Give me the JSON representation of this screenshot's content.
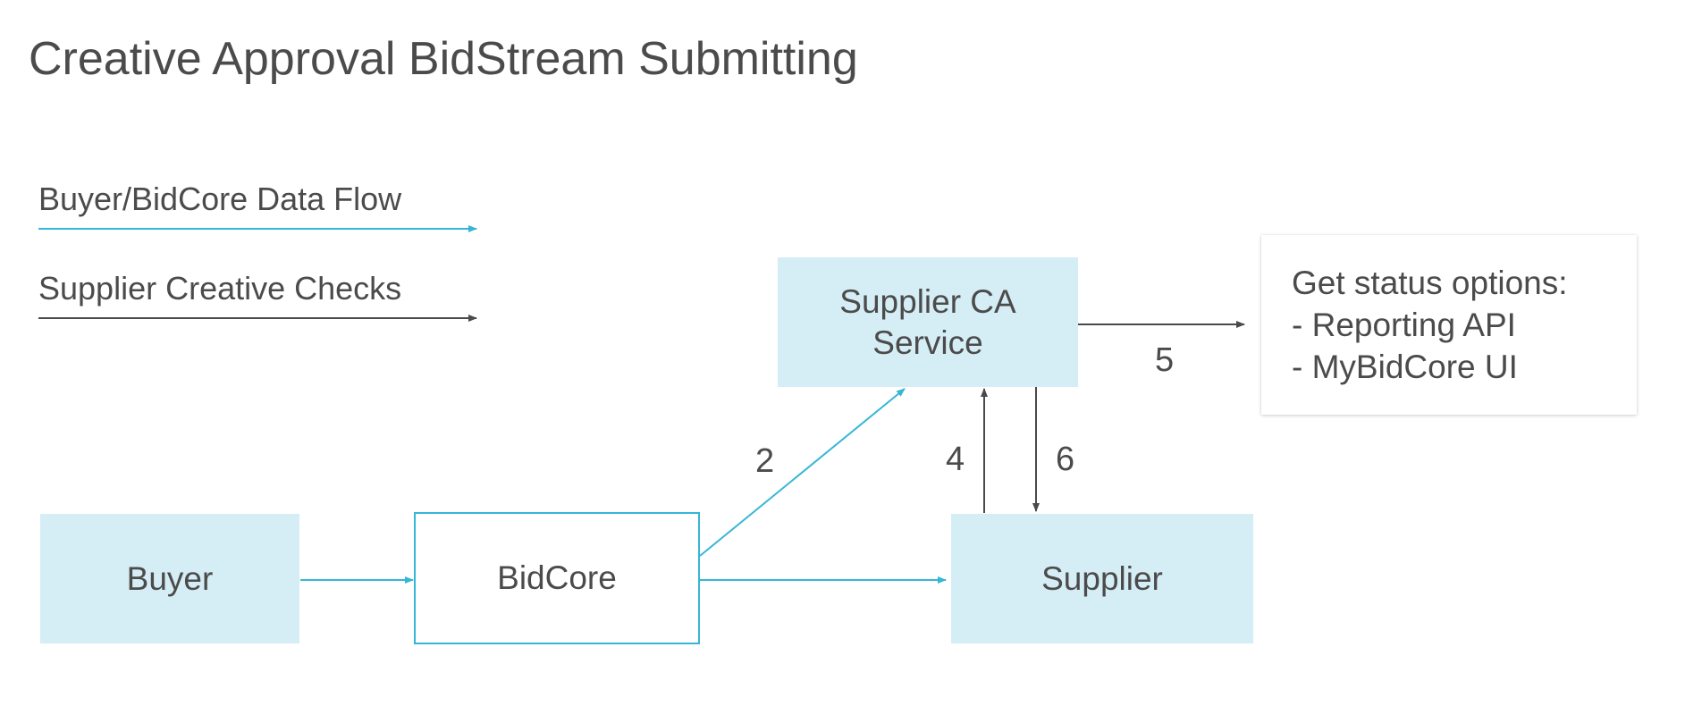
{
  "title": "Creative Approval BidStream Submitting",
  "legend": [
    {
      "label": "Buyer/BidCore Data Flow",
      "color": "#35b6d6"
    },
    {
      "label": "Supplier Creative Checks",
      "color": "#4a4a4a"
    }
  ],
  "nodes": {
    "buyer": "Buyer",
    "bidcore": "BidCore",
    "supplier": "Supplier",
    "supplier_ca_service_line1": "Supplier CA",
    "supplier_ca_service_line2": "Service"
  },
  "edge_labels": {
    "bidcore_to_ca": "2",
    "supplier_to_ca": "4",
    "ca_to_status": "5",
    "ca_to_supplier": "6"
  },
  "status_box": {
    "heading": "Get status options:",
    "options": [
      "- Reporting API",
      "- MyBidCore UI"
    ]
  },
  "colors": {
    "node_fill": "#d5edf5",
    "data_flow": "#35b6d6",
    "checks_flow": "#4a4a4a",
    "text": "#4b4b4b"
  }
}
